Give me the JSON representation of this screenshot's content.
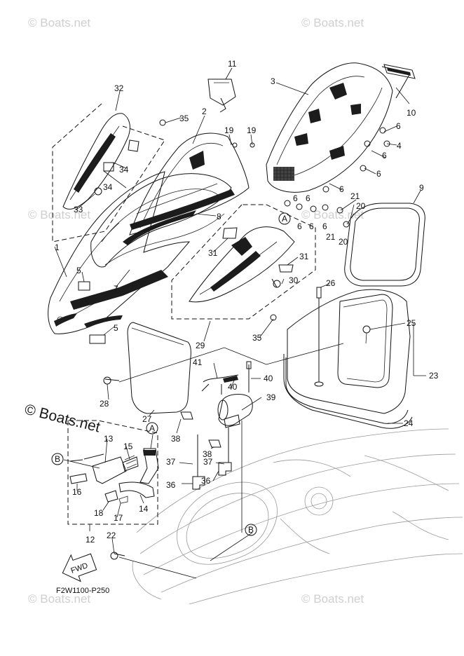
{
  "watermark": {
    "text": "© Boats.net",
    "large_text": "© Boats.net"
  },
  "diagram_code": "F2W1100-P250",
  "fwd_label": "FWD",
  "callout_letters": [
    "A",
    "B"
  ],
  "part_numbers": [
    "1",
    "2",
    "3",
    "4",
    "5",
    "6",
    "7",
    "8",
    "9",
    "10",
    "11",
    "12",
    "13",
    "14",
    "15",
    "16",
    "17",
    "18",
    "19",
    "20",
    "21",
    "22",
    "23",
    "24",
    "25",
    "26",
    "27",
    "28",
    "29",
    "30",
    "31",
    "32",
    "33",
    "34",
    "35",
    "36",
    "37",
    "38",
    "39",
    "40",
    "41"
  ]
}
